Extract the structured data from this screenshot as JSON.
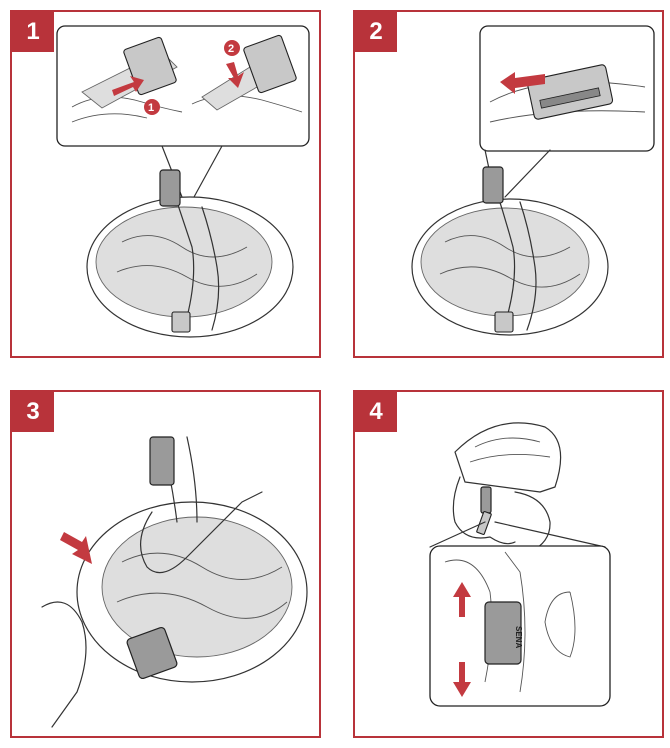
{
  "panels": [
    {
      "step": "1",
      "callouts": [
        "1",
        "2"
      ]
    },
    {
      "step": "2"
    },
    {
      "step": "3"
    },
    {
      "step": "4",
      "device_logo": "SENA"
    }
  ],
  "colors": {
    "accent": "#b8333a",
    "arrow": "#c33a40"
  }
}
